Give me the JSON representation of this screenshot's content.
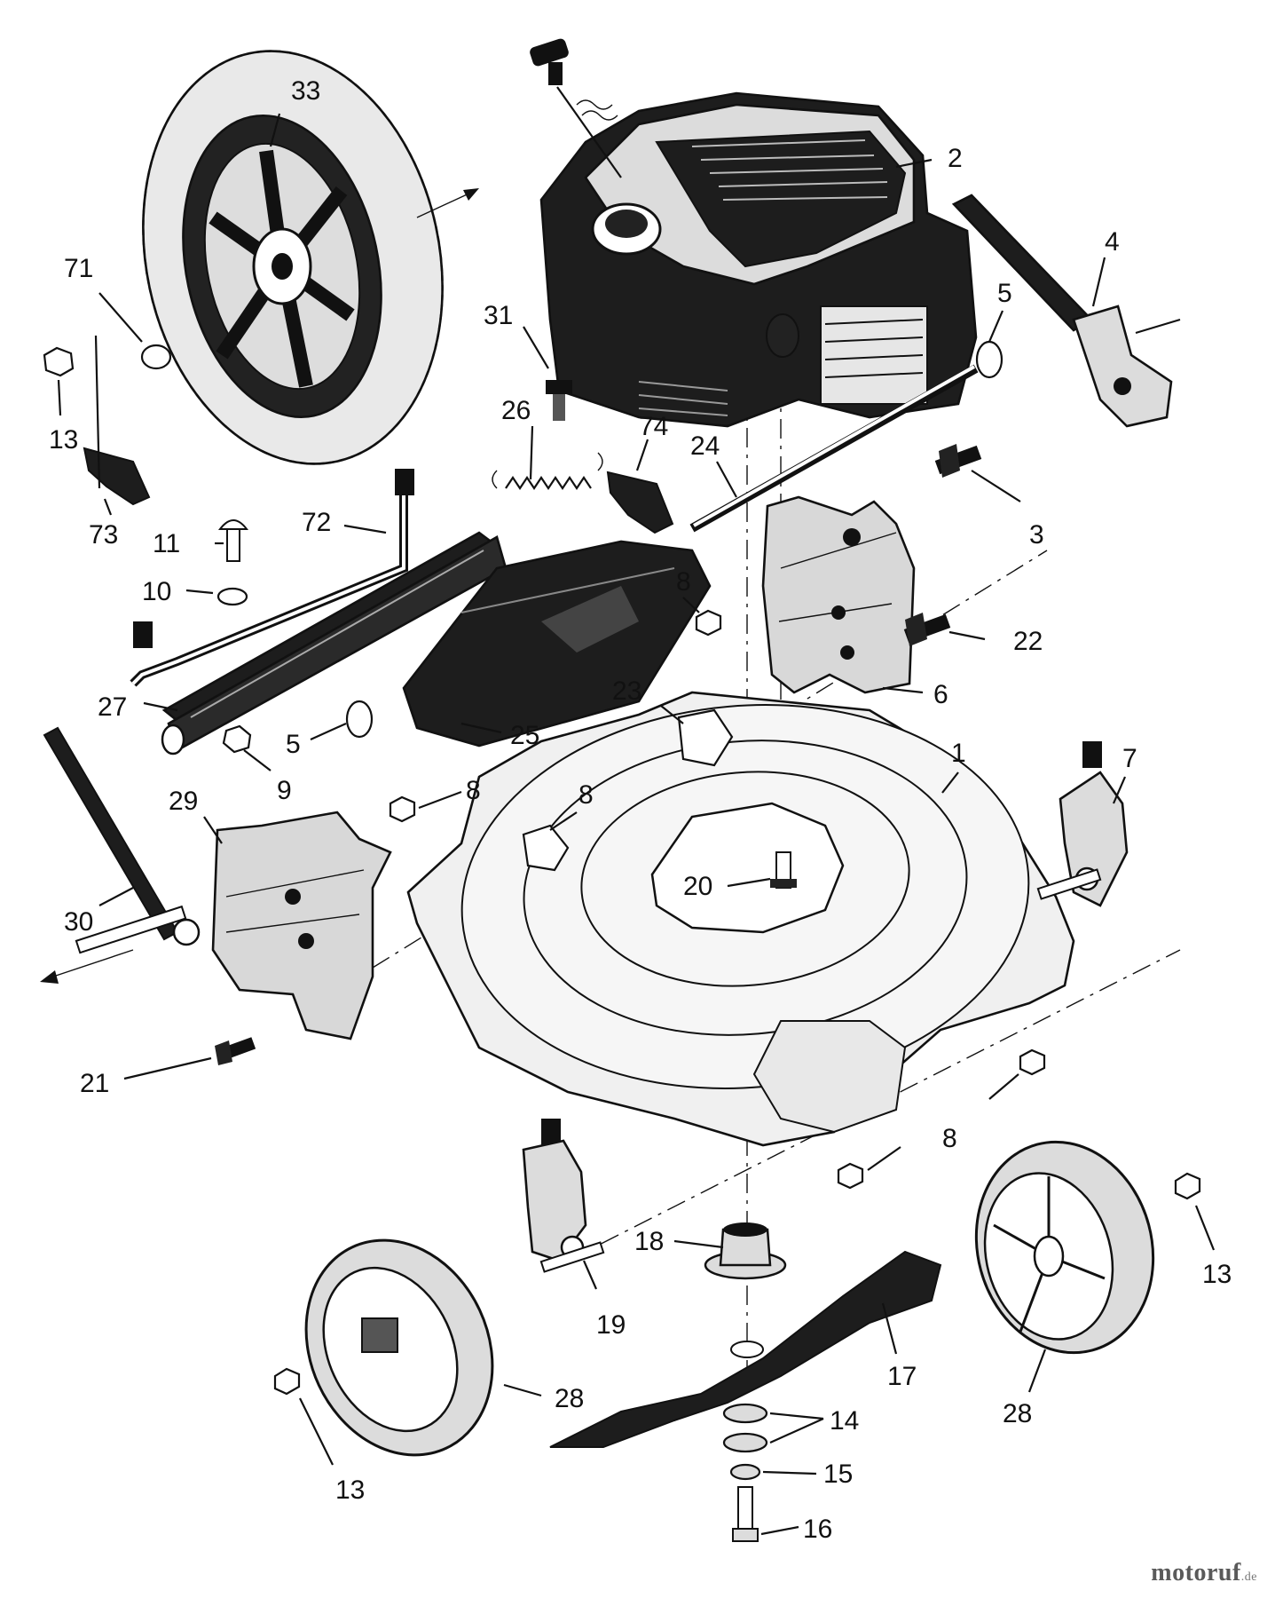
{
  "callouts": {
    "c1": "1",
    "c2": "2",
    "c3": "3",
    "c4": "4",
    "c5a": "5",
    "c5b": "5",
    "c6": "6",
    "c7": "7",
    "c8a": "8",
    "c8b": "8",
    "c8c": "8",
    "c8d": "8",
    "c9": "9",
    "c10": "10",
    "c11": "11",
    "c13a": "13",
    "c13b": "13",
    "c13c": "13",
    "c14": "14",
    "c15": "15",
    "c16": "16",
    "c17": "17",
    "c18": "18",
    "c19": "19",
    "c20": "20",
    "c21": "21",
    "c22": "22",
    "c23": "23",
    "c24": "24",
    "c25": "25",
    "c26": "26",
    "c27": "27",
    "c28a": "28",
    "c28b": "28",
    "c29": "29",
    "c30": "30",
    "c31": "31",
    "c33": "33",
    "c71": "71",
    "c72": "72",
    "c73": "73",
    "c74": "74"
  },
  "watermark": {
    "brand": "motoruf",
    "tld": ".de"
  },
  "colors": {
    "ink": "#111111",
    "part_fill": "#f2f2f2",
    "dark_fill": "#1b1b1b"
  }
}
